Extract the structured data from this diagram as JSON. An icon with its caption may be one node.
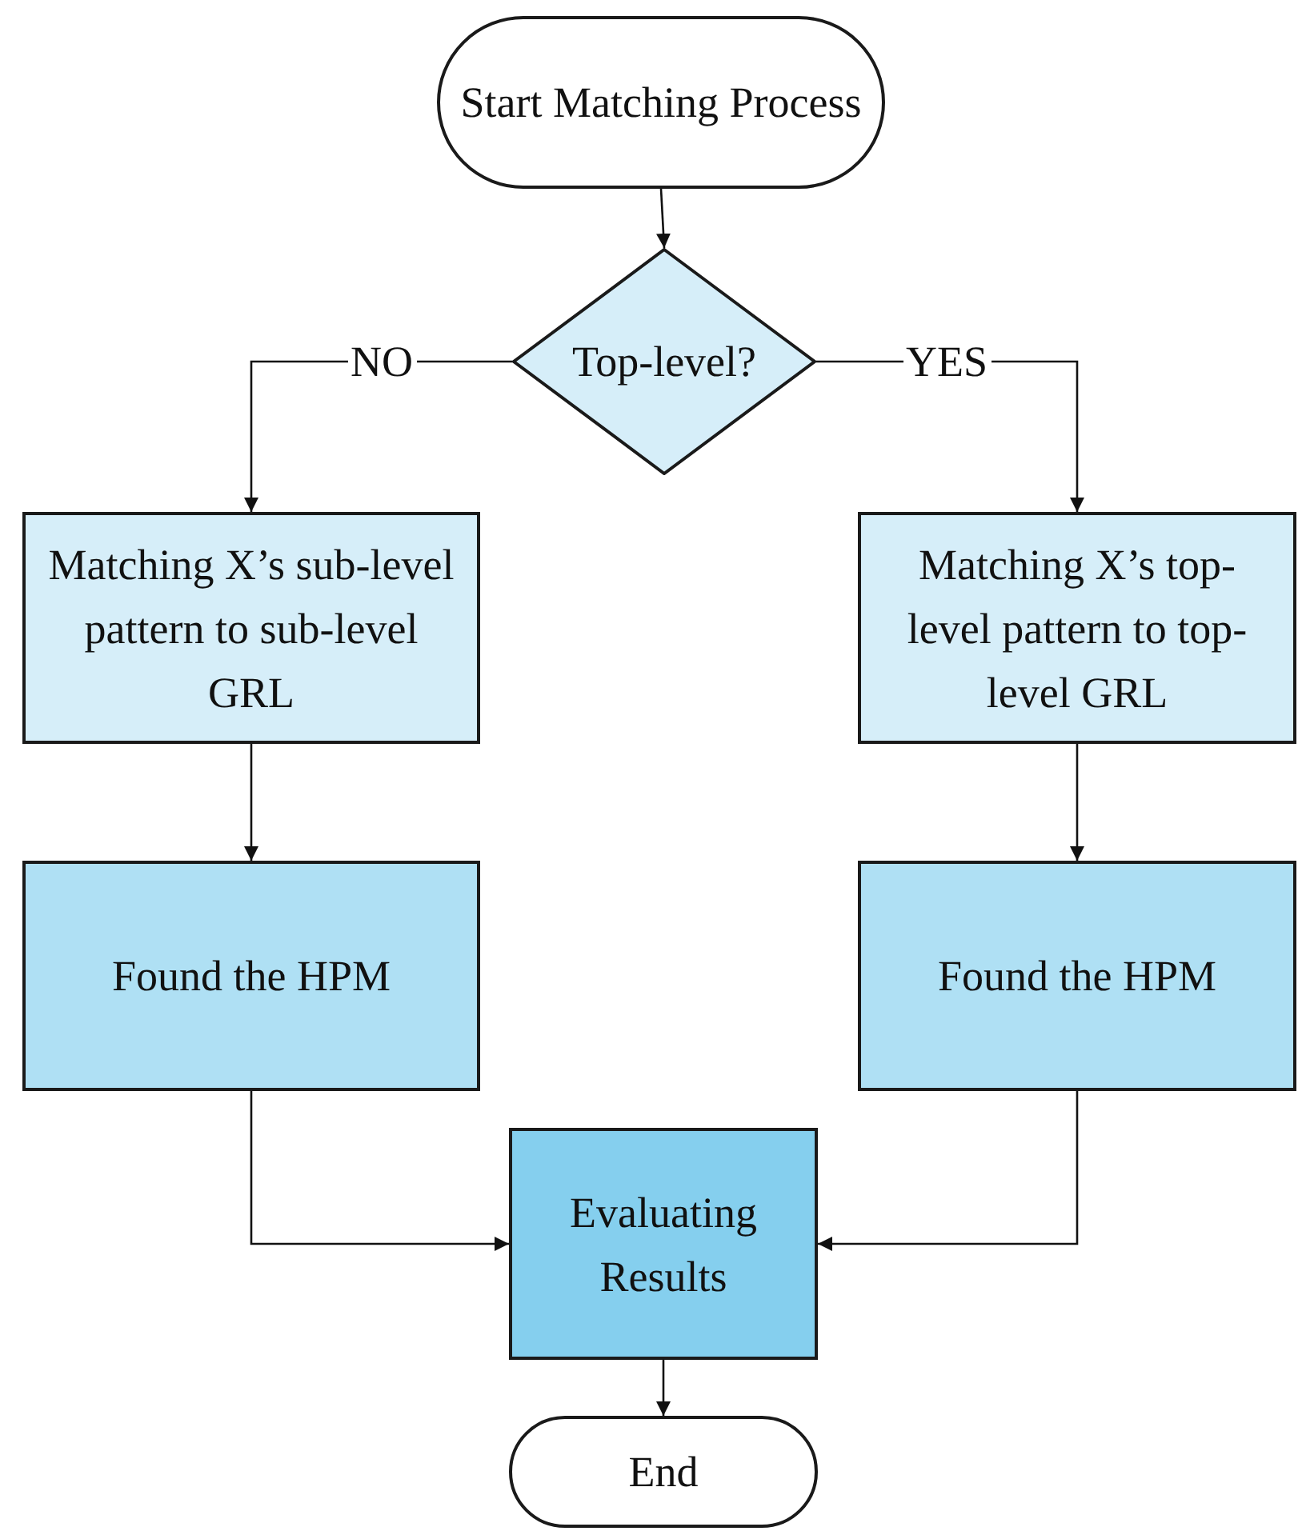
{
  "diagram": {
    "nodes": [
      {
        "text": [
          "Start Matching Process"
        ]
      },
      {
        "text": [
          "Top-level?"
        ]
      },
      {
        "text": [
          "Matching X’s sub-level pattern to sub-level GRL"
        ]
      },
      {
        "text": [
          "Matching X’s top-level pattern to top-level GRL"
        ]
      },
      {
        "text": [
          "Found the HPM"
        ]
      },
      {
        "text": [
          "Found the HPM"
        ]
      },
      {
        "text": [
          "Evaluating Results"
        ]
      },
      {
        "text": [
          "End"
        ]
      }
    ],
    "edges": [
      {
        "from": 0,
        "to": 1,
        "arrow": "to"
      },
      {
        "from": 1,
        "to": 2,
        "arrow": "to",
        "label": "NO"
      },
      {
        "from": 1,
        "to": 3,
        "arrow": "to",
        "label": "YES"
      },
      {
        "from": 2,
        "to": 4,
        "arrow": "to"
      },
      {
        "from": 3,
        "to": 5,
        "arrow": "to"
      },
      {
        "from": 4,
        "to": 6,
        "arrow": "to"
      },
      {
        "from": 5,
        "to": 6,
        "arrow": "to"
      },
      {
        "from": 6,
        "to": 7,
        "arrow": "to"
      }
    ]
  }
}
